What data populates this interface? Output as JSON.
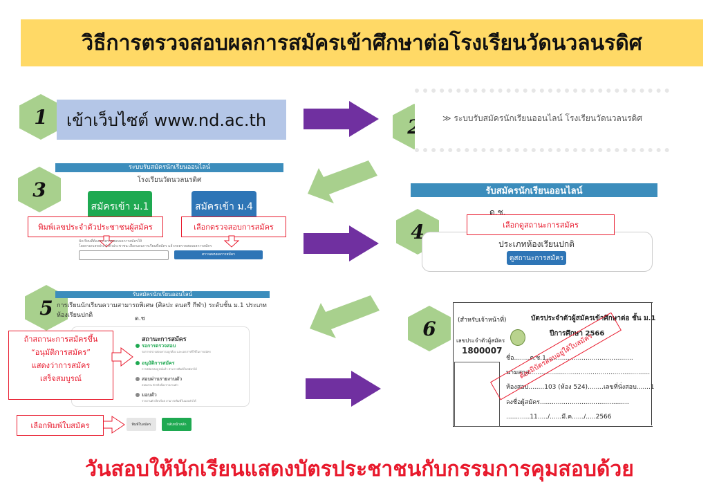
{
  "title": "วิธีการตรวจสอบผลการสมัครเข้าศึกษาต่อโรงเรียนวัดนวลนรดิศ",
  "footer": "วันสอบให้นักเรียนแสดงบัตรประชาชนกับกรรมการคุมสอบด้วย",
  "steps": [
    "1",
    "2",
    "3",
    "4",
    "5",
    "6"
  ],
  "step1": {
    "text": "เข้าเว็บไซต์ www.nd.ac.th"
  },
  "step2": {
    "link": "≫ ระบบรับสมัครนักเรียนออนไลน์ โรงเรียนวัดนวลนรดิศ"
  },
  "step3": {
    "bar": "ระบบรับสมัครนักเรียนออนไลน์",
    "school": "โรงเรียนวัดนวลนรดิศ",
    "btn_m1": "สมัครเข้า ม.1",
    "btn_m4": "สมัครเข้า ม.4",
    "label_id": "พิมพ์เลขประจำตัวประชาชนผู้สมัคร",
    "label_check": "เลือกตรวจสอบการสมัคร",
    "small_line1": "นักเรียนที่ต้องการตรวจสอบผลการสมัครให้",
    "small_line2": "โดยกรอกเลขประจำตัวประชาชน เลือกแผนการเรียนที่สมัคร แล้วกดตรวจสอบผลการสมัคร",
    "check_button": "ตรวจสอบผลการสมัคร"
  },
  "step4": {
    "bar": "รับสมัครนักเรียนออนไลน์",
    "ds": "ด.ช.",
    "label": "เลือกดูสถานะการสมัคร",
    "type": "ประเภทห้องเรียนปกติ",
    "button": "ดูสถานะการสมัคร"
  },
  "step5": {
    "bar": "รับสมัครนักเรียนออนไลน์",
    "subtitle": "การเรียนนักเรียนความสามารถพิเศษ (ศิลปะ ดนตรี กีฬา) ระดับชั้น ม.1 ประเภทห้องเรียนปกติ",
    "ds": "ด.ช",
    "status_title": "สถานะการสมัคร",
    "items": [
      {
        "label": "รอการตรวจสอบ",
        "sub": "รอการตรวจสอบความถูกต้อง และเอกสารที่ใช้ในการสมัคร",
        "color": "#1ea951"
      },
      {
        "label": "อนุมัติการสมัคร",
        "sub": "การสมัครสมบูรณ์แล้ว สามารถพิมพ์ใบสมัครได้",
        "color": "#1ea951"
      },
      {
        "label": "สอบผ่านรายงานตัว",
        "sub": "สอบผ่าน ตัวจริงต้องรายงานตัว",
        "color": "#888888"
      },
      {
        "label": "มอบตัว",
        "sub": "รายงานตัวเรียบร้อย สามารถพิมพ์ใบมอบตัวได้",
        "color": "#888888"
      }
    ],
    "note": [
      "ถ้าสถานะการสมัครขึ้น",
      "“อนุมัติการสมัคร”",
      "แสดงว่าการสมัคร",
      "เสร็จสมบูรณ์"
    ],
    "print_label": "เลือกพิมพ์ใบสมัคร",
    "btn_print": "พิมพ์ใบสมัคร",
    "btn_home": "กลับหน้าหลัก"
  },
  "step6": {
    "officer": "(สำหรับเจ้าหน้าที่)",
    "card_title": "บัตรประจำตัวผู้สมัครเข้าศึกษาต่อ ชั้น ม.1",
    "year": "ปีการศึกษา 2566",
    "id_label": "เลขประจำตัวผู้สมัคร",
    "id_value": "1800007",
    "name_line": "ชื่อ........ด.ช.1............................................",
    "surname_line": "นามสกุล.............................................................",
    "room_line": "ห้องสอบ........103 (ห้อง 524)........เลขที่นั่งสอบ.......1",
    "sign_line": "ลงชื่อผู้สมัคร.............................................",
    "date_line": "............11...../......มี.ค....../.....2566",
    "stamp": "ต้องมีบัตรสอบอยู่ใต้ใบสมัคร"
  }
}
